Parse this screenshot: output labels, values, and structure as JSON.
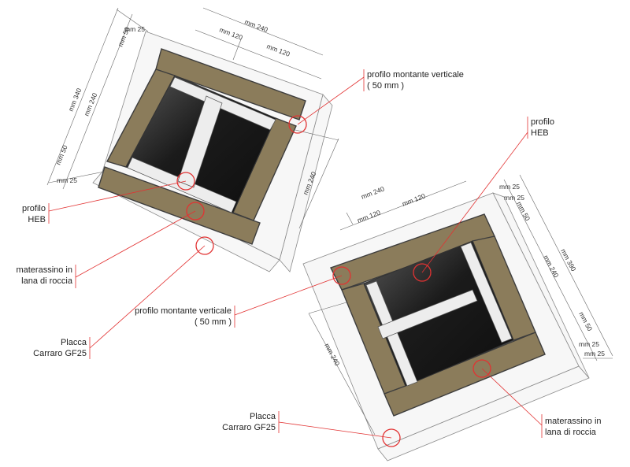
{
  "colors": {
    "plate": "#f7f7f7",
    "wool": "#8b7c5b",
    "cavity_dark": "#1b1b1b",
    "steel": "#ededed",
    "leader_red": "#e23232"
  },
  "labels": {
    "profilo_montante_line1": "profilo montante verticale",
    "profilo_montante_line2": "( 50 mm )",
    "profilo_heb_line1": "profilo",
    "profilo_heb_line2": "HEB",
    "materassino_line1": "materassino in",
    "materassino_line2": "lana di roccia",
    "placca_line1": "Placca",
    "placca_line2": "Carraro GF25"
  },
  "dims_left": {
    "d240_top": "mm 240",
    "d120_a": "mm 120",
    "d120_b": "mm 120",
    "d25_top": "mm 25",
    "d50_top": "mm 50",
    "d340": "mm 340",
    "d240_side": "mm 240",
    "d50_side": "mm 50",
    "d25_side": "mm 25",
    "d240_right": "mm 240"
  },
  "dims_right": {
    "d240_top": "mm 240",
    "d120_a": "mm 120",
    "d120_b": "mm 120",
    "d25_a": "mm 25",
    "d25_b": "mm 25",
    "d50_top": "mm 50",
    "d390": "mm 390",
    "d240_side": "mm 240",
    "d50_side": "mm 50",
    "d25_c": "mm 25",
    "d25_d": "mm 25",
    "d240_left": "mm 240"
  }
}
